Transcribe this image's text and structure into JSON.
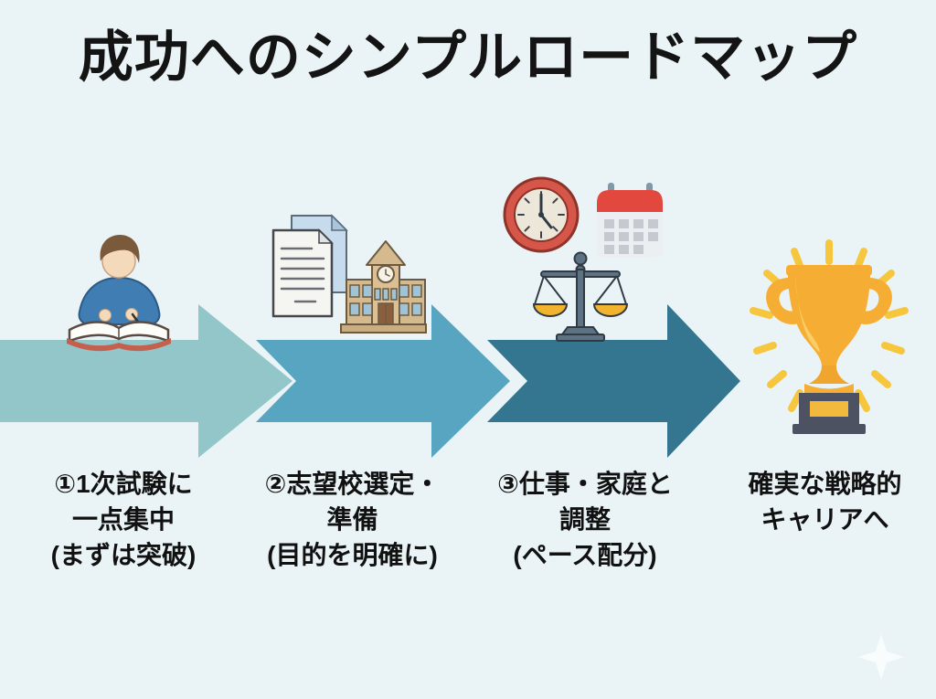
{
  "title": "成功へのシンプルロードマップ",
  "colors": {
    "background": "#eaf4f6",
    "arrow_step1": "#93c6c9",
    "arrow_step2": "#58a5c2",
    "arrow_step3": "#34758f",
    "text": "#111111"
  },
  "steps": [
    {
      "icon": "person-studying-icon",
      "lines": [
        "①1次試験に",
        "一点集中",
        "(まずは突破)"
      ]
    },
    {
      "icon": "documents-school-icon",
      "lines": [
        "②志望校選定・",
        "準備",
        "(目的を明確に)"
      ]
    },
    {
      "icon": "clock-calendar-scale-icon",
      "lines": [
        "③仕事・家庭と",
        "調整",
        "(ペース配分)"
      ]
    },
    {
      "icon": "trophy-icon",
      "lines": [
        "確実な戦略的",
        "キャリアへ"
      ]
    }
  ]
}
